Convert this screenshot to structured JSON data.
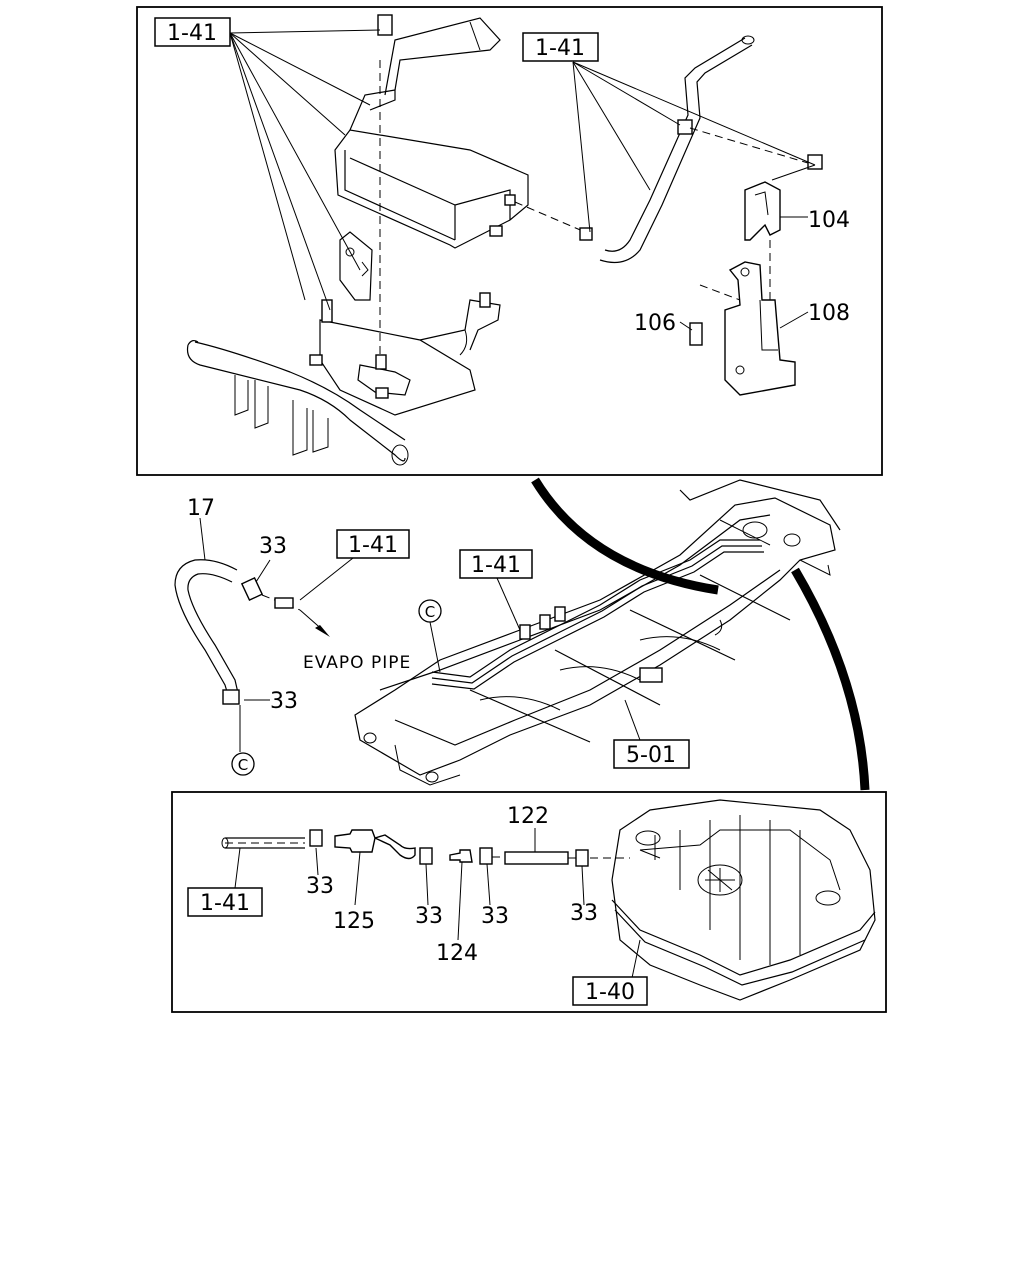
{
  "labels": {
    "ref_1_41": "1-41",
    "ref_1_40": "1-40",
    "ref_5_01": "5-01",
    "p104": "104",
    "p106": "106",
    "p108": "108",
    "p17": "17",
    "p33": "33",
    "p122": "122",
    "p124": "124",
    "p125": "125",
    "evapo_pipe": "EVAPO PIPE",
    "callout_c": "C"
  }
}
